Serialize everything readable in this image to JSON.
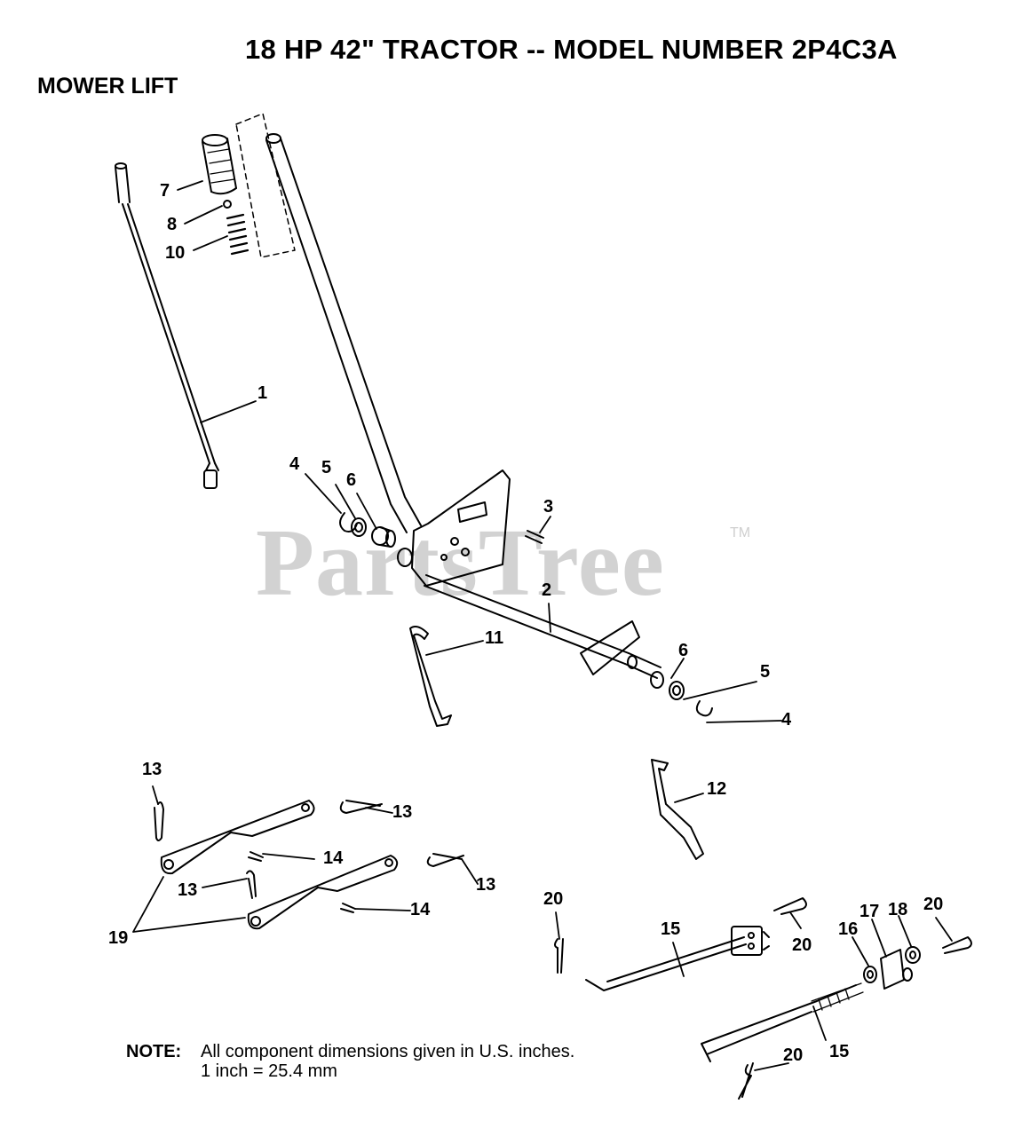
{
  "header": {
    "title": "18 HP 42\" TRACTOR -- MODEL NUMBER 2P4C3A",
    "section": "MOWER LIFT"
  },
  "watermark": {
    "text": "PartsTree",
    "tm": "TM"
  },
  "note": {
    "label": "NOTE:",
    "line1": "All component  dimensions given in U.S. inches.",
    "line2": "1 inch = 25.4 mm"
  },
  "callouts": [
    {
      "id": "c7",
      "text": "7"
    },
    {
      "id": "c8",
      "text": "8"
    },
    {
      "id": "c10",
      "text": "10"
    },
    {
      "id": "c1",
      "text": "1"
    },
    {
      "id": "c4a",
      "text": "4"
    },
    {
      "id": "c5a",
      "text": "5"
    },
    {
      "id": "c6a",
      "text": "6"
    },
    {
      "id": "c3",
      "text": "3"
    },
    {
      "id": "c2",
      "text": "2"
    },
    {
      "id": "c11",
      "text": "11"
    },
    {
      "id": "c6b",
      "text": "6"
    },
    {
      "id": "c5b",
      "text": "5"
    },
    {
      "id": "c4b",
      "text": "4"
    },
    {
      "id": "c12",
      "text": "12"
    },
    {
      "id": "c13a",
      "text": "13"
    },
    {
      "id": "c13b",
      "text": "13"
    },
    {
      "id": "c14a",
      "text": "14"
    },
    {
      "id": "c13c",
      "text": "13"
    },
    {
      "id": "c13d",
      "text": "13"
    },
    {
      "id": "c14b",
      "text": "14"
    },
    {
      "id": "c19",
      "text": "19"
    },
    {
      "id": "c20a",
      "text": "20"
    },
    {
      "id": "c15a",
      "text": "15"
    },
    {
      "id": "c20b",
      "text": "20"
    },
    {
      "id": "c16",
      "text": "16"
    },
    {
      "id": "c17",
      "text": "17"
    },
    {
      "id": "c18",
      "text": "18"
    },
    {
      "id": "c20c",
      "text": "20"
    },
    {
      "id": "c20d",
      "text": "20"
    },
    {
      "id": "c15b",
      "text": "15"
    }
  ]
}
